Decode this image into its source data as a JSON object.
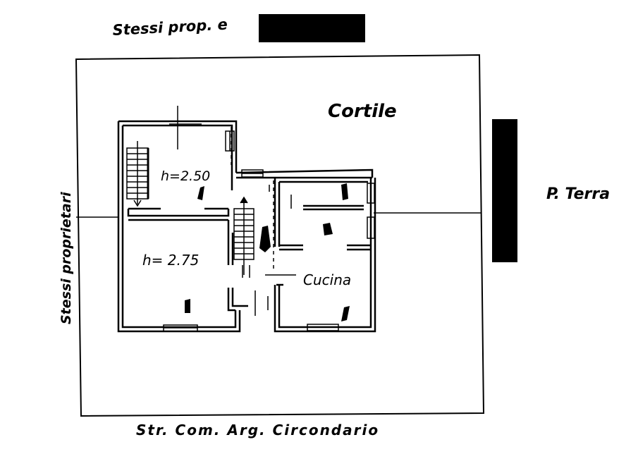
{
  "labels": {
    "top_note": "Stessi prop. e",
    "courtyard": "Cortile",
    "floor": "P. Terra",
    "left_neighbors": "Stessi proprietari",
    "road": "Str. Com. Arg. Circondario",
    "height_upper": "h=2.50",
    "height_lower": "h= 2.75",
    "kitchen": "Cucina"
  },
  "colors": {
    "ink": "#000000",
    "paper": "#ffffff"
  }
}
